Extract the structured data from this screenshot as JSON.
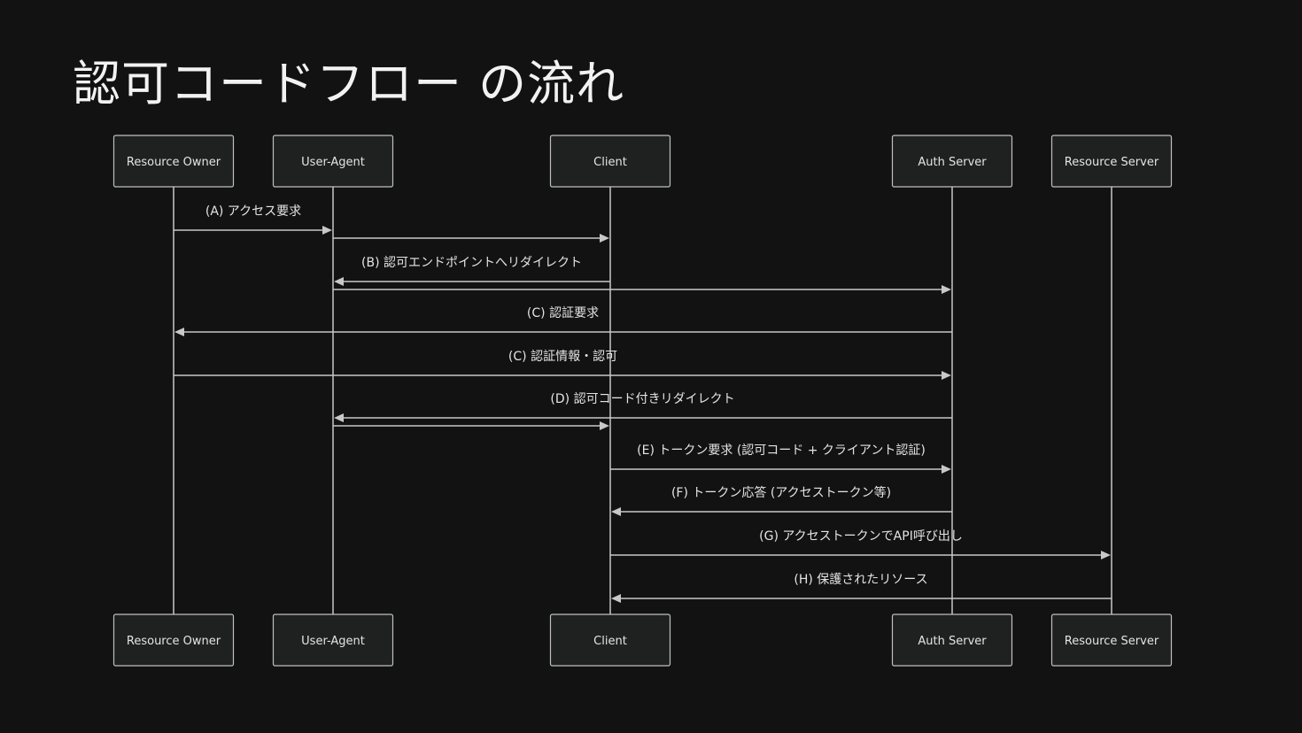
{
  "title": "認可コードフロー の流れ",
  "participants": [
    {
      "id": "ro",
      "label": "Resource Owner"
    },
    {
      "id": "ua",
      "label": "User-Agent"
    },
    {
      "id": "client",
      "label": "Client"
    },
    {
      "id": "as",
      "label": "Auth Server"
    },
    {
      "id": "rs",
      "label": "Resource Server"
    }
  ],
  "messages": [
    {
      "from": "ro",
      "to": "ua",
      "label": "(A) アクセス要求"
    },
    {
      "from": "ua",
      "to": "client",
      "label": ""
    },
    {
      "from": "client",
      "to": "ua",
      "label": "(B) 認可エンドポイントへリダイレクト"
    },
    {
      "from": "ua",
      "to": "as",
      "label": ""
    },
    {
      "from": "as",
      "to": "ro",
      "label": "(C) 認証要求"
    },
    {
      "from": "ro",
      "to": "as",
      "label": "(C) 認証情報・認可"
    },
    {
      "from": "as",
      "to": "ua",
      "label": "(D) 認可コード付きリダイレクト"
    },
    {
      "from": "ua",
      "to": "client",
      "label": ""
    },
    {
      "from": "client",
      "to": "as",
      "label": "(E) トークン要求 (認可コード + クライアント認証)"
    },
    {
      "from": "as",
      "to": "client",
      "label": "(F) トークン応答 (アクセストークン等)"
    },
    {
      "from": "client",
      "to": "rs",
      "label": "(G) アクセストークンでAPI呼び出し"
    },
    {
      "from": "rs",
      "to": "client",
      "label": "(H) 保護されたリソース"
    }
  ]
}
